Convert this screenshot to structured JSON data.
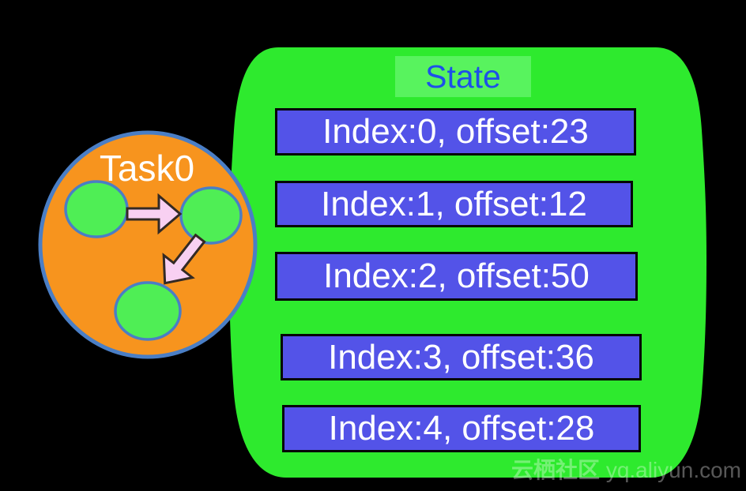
{
  "background_color": "#000000",
  "task_bubble": {
    "label": "Task0",
    "label_color": "#ffffff",
    "fill": "#f7941e",
    "border_color": "#4a7ec5",
    "node_fill": "#4fee55",
    "node_count": 3,
    "arrow_fill": "#f8d0f2",
    "arrow_border": "#332a24"
  },
  "state_panel": {
    "title": "State",
    "panel_fill": "#2eea2e",
    "title_bg": "#58f35e",
    "title_color": "#1d50e8",
    "row_fill": "#5353e8",
    "row_border": "#060606",
    "row_text_color": "#ffffff",
    "rows": [
      {
        "label": "Index:0, offset:23",
        "index": 0,
        "offset": 23
      },
      {
        "label": "Index:1, offset:12",
        "index": 1,
        "offset": 12
      },
      {
        "label": "Index:2, offset:50",
        "index": 2,
        "offset": 50
      },
      {
        "label": "Index:3, offset:36",
        "index": 3,
        "offset": 36
      },
      {
        "label": "Index:4, offset:28",
        "index": 4,
        "offset": 28
      }
    ]
  },
  "watermark": {
    "community": "云栖社区",
    "url": "yq.aliyun.com"
  }
}
